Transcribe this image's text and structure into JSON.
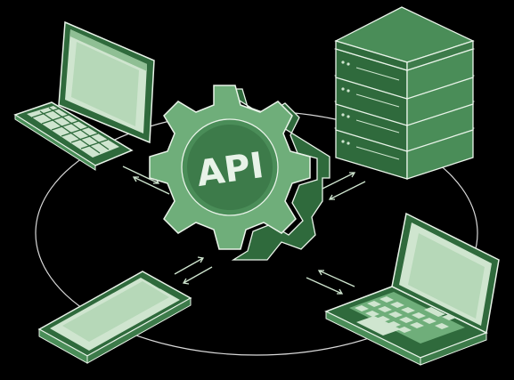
{
  "gear": {
    "label": "API"
  },
  "colors": {
    "background": "#000000",
    "ring": "#d9d9d9",
    "green_dark": "#2f6a3c",
    "green_mid": "#4a8d58",
    "green_light": "#6fae7a",
    "green_pale": "#cfe5cf",
    "outline": "#e8f3e8"
  },
  "nodes": [
    {
      "id": "desktop-monitor",
      "icon": "desktop-computer-icon"
    },
    {
      "id": "server-rack",
      "icon": "server-stack-icon"
    },
    {
      "id": "smartphone",
      "icon": "smartphone-icon"
    },
    {
      "id": "laptop",
      "icon": "laptop-icon"
    }
  ]
}
